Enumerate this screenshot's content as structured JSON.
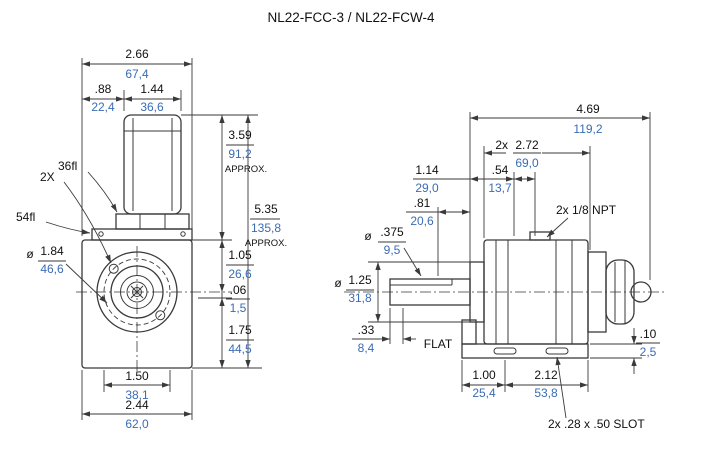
{
  "title": "NL22-FCC-3 / NL22-FCW-4",
  "colors": {
    "line": "#3a3a3a",
    "inch": "#111111",
    "metric": "#3a6cb4"
  },
  "labels": {
    "approx": "APPROX.",
    "flat": "FLAT",
    "npt": "2x 1/8 NPT",
    "slot": "2x .28 x .50 SLOT",
    "two_x_upper": "2X",
    "two_x": "2x",
    "dia": "ø",
    "hex36": "36fl",
    "hex54": "54fl"
  },
  "dims": {
    "lv_width": {
      "in": "2.66",
      "mm": "67,4"
    },
    "lv_offset": {
      "in": ".88",
      "mm": "22,4"
    },
    "lv_conn_w": {
      "in": "1.44",
      "mm": "36,6"
    },
    "lv_h1": {
      "in": "3.59",
      "mm": "91,2"
    },
    "lv_h2": {
      "in": "5.35",
      "mm": "135,8"
    },
    "lv_c1": {
      "in": "1.05",
      "mm": "26,6"
    },
    "lv_c2": {
      "in": ".06",
      "mm": "1,5"
    },
    "lv_c3": {
      "in": "1.75",
      "mm": "44,5"
    },
    "lv_b1": {
      "in": "1.50",
      "mm": "38,1"
    },
    "lv_b2": {
      "in": "2.44",
      "mm": "62,0"
    },
    "lv_bc": {
      "in": "1.84",
      "mm": "46,6"
    },
    "rv_len": {
      "in": "4.69",
      "mm": "119,2"
    },
    "rv_ports": {
      "in": "2.72",
      "mm": "69,0"
    },
    "rv_p1": {
      "in": "1.14",
      "mm": "29,0"
    },
    "rv_p2": {
      "in": ".54",
      "mm": "13,7"
    },
    "rv_shaft": {
      "in": ".375",
      "mm": "9,5"
    },
    "rv_flat_l": {
      "in": ".81",
      "mm": "20,6"
    },
    "rv_pilot": {
      "in": "1.25",
      "mm": "31,8"
    },
    "rv_flat_off": {
      "in": ".33",
      "mm": "8,4"
    },
    "rv_bkt_t": {
      "in": ".10",
      "mm": "2,5"
    },
    "rv_b1": {
      "in": "1.00",
      "mm": "25,4"
    },
    "rv_b2": {
      "in": "2.12",
      "mm": "53,8"
    }
  }
}
